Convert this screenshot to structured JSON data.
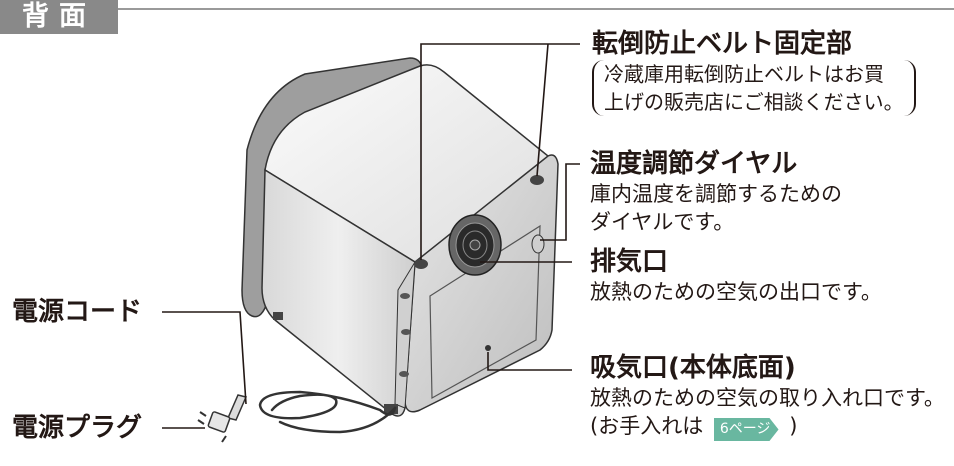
{
  "section": {
    "tab_label": "背面"
  },
  "callouts": {
    "belt": {
      "title": "転倒防止ベルト固定部",
      "note_line1": "冷蔵庫用転倒防止ベルトはお買",
      "note_line2": "上げの販売店にご相談ください。"
    },
    "dial": {
      "title": "温度調節ダイヤル",
      "desc_line1": "庫内温度を調節するための",
      "desc_line2": "ダイヤルです。"
    },
    "exhaust": {
      "title": "排気口",
      "desc": "放熱のための空気の出口です。"
    },
    "intake": {
      "title": "吸気口(本体底面)",
      "desc": "放熱のための空気の取り入れ口です。",
      "note_prefix": "(お手入れは",
      "page_ref": "6ページ",
      "note_suffix": ")"
    },
    "power_cord": {
      "title": "電源コード"
    },
    "power_plug": {
      "title": "電源プラグ"
    }
  },
  "colors": {
    "tab_background": "#898989",
    "page_badge": "#69b7a0",
    "text": "#231815"
  }
}
